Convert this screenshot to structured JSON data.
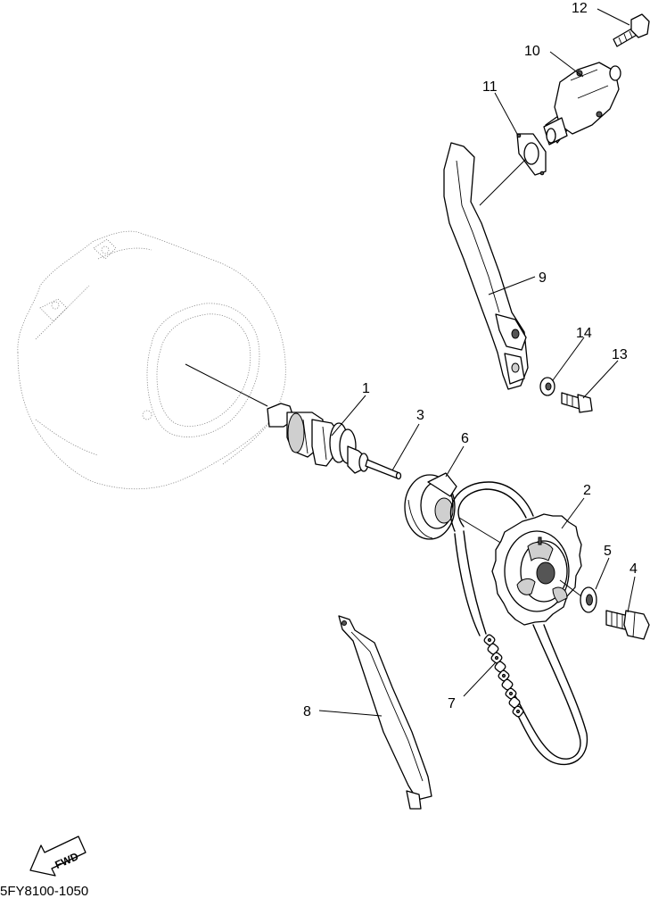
{
  "callouts": {
    "c1": "1",
    "c2": "2",
    "c3": "3",
    "c4": "4",
    "c5": "5",
    "c6": "6",
    "c7": "7",
    "c8": "8",
    "c9": "9",
    "c10": "10",
    "c11": "11",
    "c12": "12",
    "c13": "13",
    "c14": "14"
  },
  "fwd_label": "FWD",
  "drawing_code": "5FY8100-1050"
}
